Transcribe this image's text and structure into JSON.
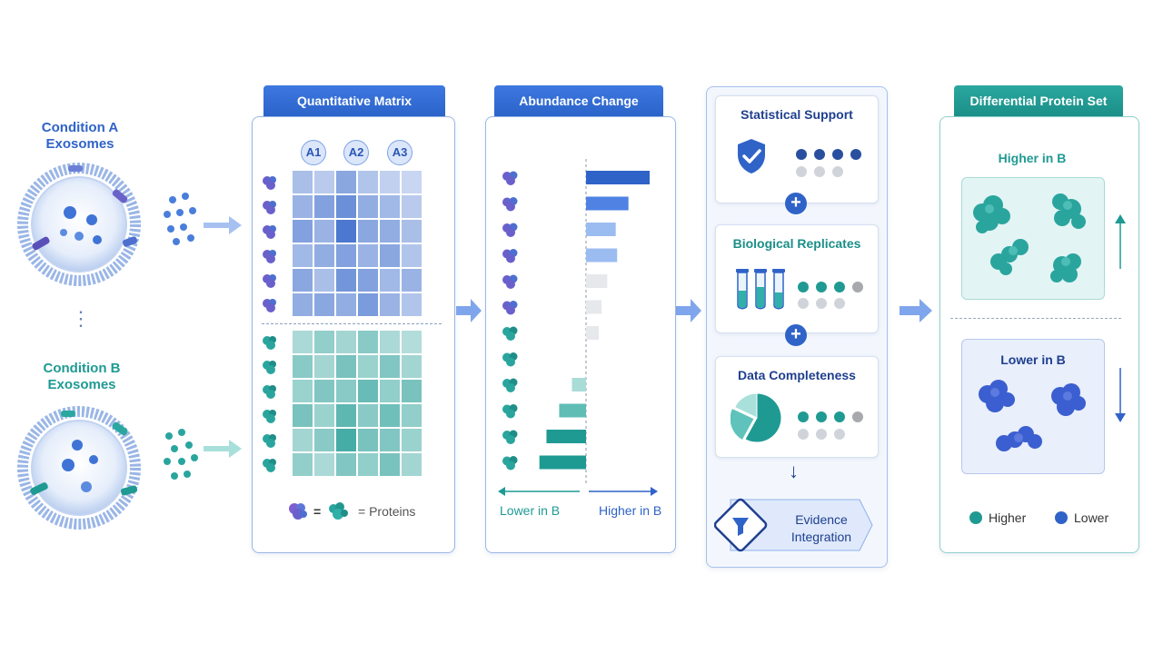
{
  "conditions": {
    "a_label_line1": "Condition A",
    "a_label_line2": "Exosomes",
    "b_label_line1": "Condition B",
    "b_label_line2": "Exosomes",
    "separator": "⋮"
  },
  "matrix": {
    "title": "Quantitative Matrix",
    "columns": [
      "A1",
      "A2",
      "A3"
    ],
    "legend_eq": "=",
    "legend_text": "= Proteins",
    "top_values": [
      [
        0.35,
        0.25,
        0.55,
        0.3,
        0.2,
        0.15
      ],
      [
        0.45,
        0.6,
        0.75,
        0.5,
        0.4,
        0.25
      ],
      [
        0.6,
        0.45,
        0.95,
        0.55,
        0.5,
        0.35
      ],
      [
        0.4,
        0.5,
        0.6,
        0.45,
        0.55,
        0.3
      ],
      [
        0.55,
        0.35,
        0.7,
        0.6,
        0.4,
        0.45
      ],
      [
        0.5,
        0.55,
        0.5,
        0.65,
        0.45,
        0.3
      ]
    ],
    "bottom_values": [
      [
        0.3,
        0.45,
        0.35,
        0.5,
        0.3,
        0.25
      ],
      [
        0.5,
        0.35,
        0.6,
        0.4,
        0.55,
        0.35
      ],
      [
        0.4,
        0.55,
        0.5,
        0.7,
        0.45,
        0.6
      ],
      [
        0.6,
        0.4,
        0.75,
        0.5,
        0.65,
        0.45
      ],
      [
        0.35,
        0.5,
        0.9,
        0.6,
        0.55,
        0.4
      ],
      [
        0.45,
        0.3,
        0.55,
        0.45,
        0.6,
        0.35
      ]
    ],
    "top_color": "#2f63c8",
    "bottom_color": "#1f9a93"
  },
  "abundance": {
    "title": "Abundance Change",
    "values": [
      0.9,
      0.6,
      0.42,
      0.44,
      0.3,
      0.22,
      0.18,
      0,
      -0.2,
      -0.38,
      -0.56,
      -0.66
    ],
    "lower_label": "Lower in B",
    "higher_label": "Higher in B"
  },
  "evidence": {
    "statistical_title": "Statistical Support",
    "replicates_title": "Biological Replicates",
    "completeness_title": "Data Completeness",
    "plus": "+",
    "arrow": "↓",
    "integration_line1": "Evidence",
    "integration_line2": "Integration",
    "pie_values": [
      0.58,
      0.24,
      0.18
    ]
  },
  "result": {
    "title": "Differential Protein Set",
    "higher_title": "Higher in B",
    "lower_title": "Lower in B",
    "legend_higher": "Higher",
    "legend_lower": "Lower",
    "color_higher": "#1f9a93",
    "color_lower": "#2f63c8"
  }
}
